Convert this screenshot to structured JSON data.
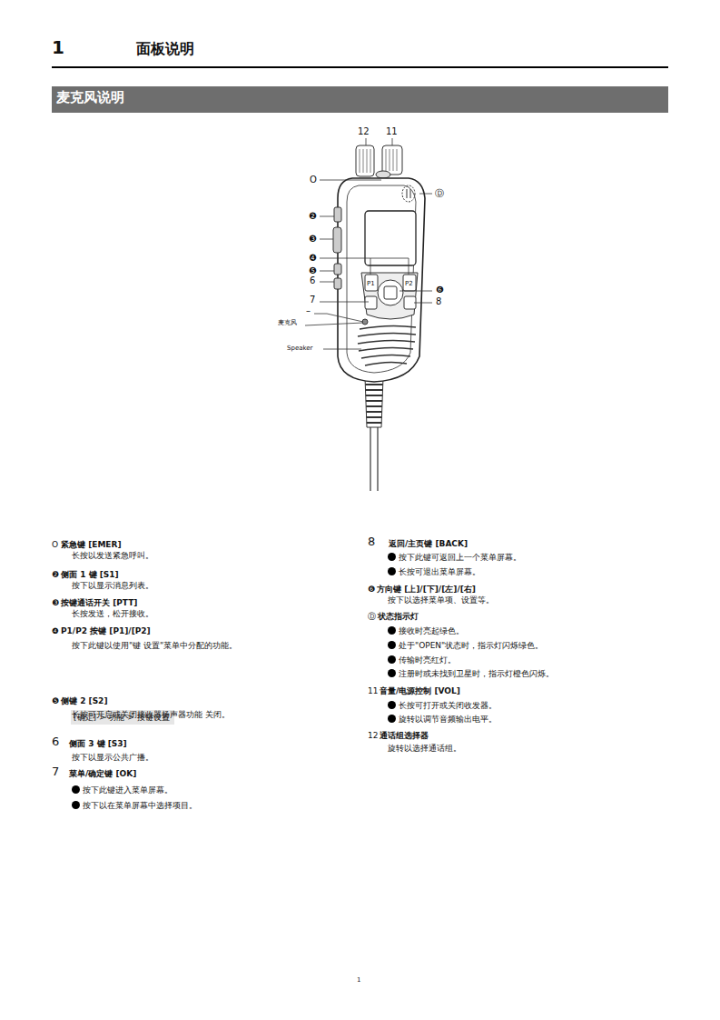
{
  "diagram": {
    "title": "面板说明",
    "nodes": [
      {
        "text": [
          "麦克风说明"
        ]
      },
      {
        "text": [
          "[确定] > 功能 > 按键设置"
        ]
      }
    ],
    "labels": [
      "1",
      "12",
      "11",
      "O",
      "Ⓓ",
      "❷",
      "❸",
      "❹",
      "❺",
      "6",
      "7",
      "❻",
      "8",
      "–",
      "麦克风",
      "Speaker",
      "P1",
      "P2",
      "O",
      "紧急键 [EMER]",
      "长按以发送紧急呼叫。",
      "❷",
      "侧面 1 键 [S1]",
      "按下以显示消息列表。",
      "❸",
      "按键通话开关 [PTT]",
      "长按发送，松开接收。",
      "❹",
      "P1/P2 按键 [P1]/[P2]",
      "按下此键以使用\"键 设置\"菜单中分配的功能。",
      "❺",
      "侧键 2 [S2]",
      "长按可开启或关闭接收器扬声器功能 关闭。",
      "6",
      "侧面 3 键 [S3]",
      "按下以显示公共广播。",
      "7",
      "菜单/确定键 [OK]",
      "按下此键进入菜单屏幕。",
      "按下以在菜单屏幕中选择项目。",
      "8",
      "返回/主页键 [BACK]",
      "按下此键可返回上一个菜单屏幕。",
      "长按可退出菜单屏幕。",
      "❻",
      "方向键 [上]/[下]/[左]/[右]",
      "按下以选择菜单项、设置等。",
      "Ⓓ",
      "状态指示灯",
      "接收时亮起绿色。",
      "处于\"OPEN\"状态时，指示灯闪烁绿色。",
      "传输时亮红灯。",
      "注册时或未找到卫星时，指示灯橙色闪烁。",
      "11",
      "音量/电源控制 [VOL]",
      "长按可打开或关闭收发器。",
      "旋转以调节音频输出电平。",
      "12",
      "通话组选择器",
      "旋转以选择通话组。",
      "1"
    ]
  }
}
